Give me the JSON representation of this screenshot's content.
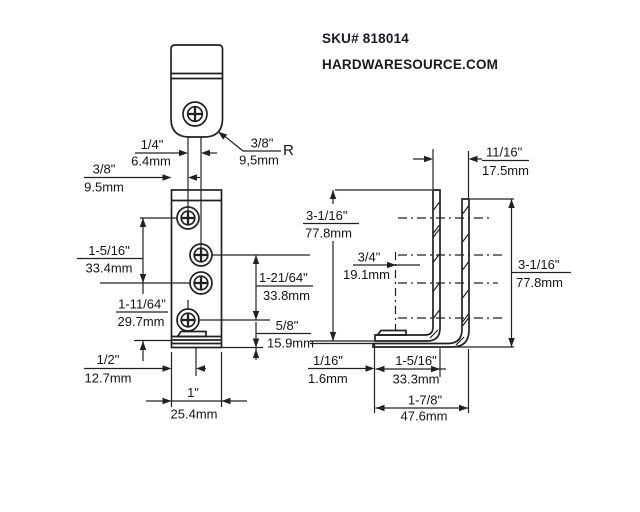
{
  "header": {
    "sku": "SKU# 818014",
    "site": "HARDWARESOURCE.COM"
  },
  "colors": {
    "line": "#212121",
    "text": "#141414",
    "header_text": "#181824",
    "background": "#ffffff"
  },
  "views": {
    "top_view": "top view of pivot tab with screw",
    "front_view": "front view of drilled plate",
    "side_view": "side view of L-bracket flanges"
  },
  "dims": {
    "slot_width": {
      "in": "1/4\"",
      "mm": "6.4mm"
    },
    "corner_radius": {
      "in": "3/8\"",
      "mm": "9,5mm",
      "suffix": "R"
    },
    "edge_offset": {
      "in": "3/8\"",
      "mm": "9.5mm"
    },
    "spacing_left": {
      "in": "1-5/16\"",
      "mm": "33.4mm"
    },
    "spacing_lower": {
      "in": "1-11/64\"",
      "mm": "29.7mm"
    },
    "base_offset": {
      "in": "1/2\"",
      "mm": "12.7mm"
    },
    "plate_width": {
      "in": "1\"",
      "mm": "25.4mm"
    },
    "spacing_right": {
      "in": "1-21/64\"",
      "mm": "33.8mm"
    },
    "hole_to_base": {
      "in": "5/8\"",
      "mm": "15.9mm"
    },
    "flange_span": {
      "in": "11/16\"",
      "mm": "17.5mm"
    },
    "height_left": {
      "in": "3-1/16\"",
      "mm": "77.8mm"
    },
    "tab_offset": {
      "in": "3/4\"",
      "mm": "19.1mm"
    },
    "height_right": {
      "in": "3-1/16\"",
      "mm": "77.8mm"
    },
    "thickness": {
      "in": "1/16\"",
      "mm": "1.6mm"
    },
    "leg_inner": {
      "in": "1-5/16\"",
      "mm": "33.3mm"
    },
    "leg_overall": {
      "in": "1-7/8\"",
      "mm": "47.6mm"
    }
  }
}
